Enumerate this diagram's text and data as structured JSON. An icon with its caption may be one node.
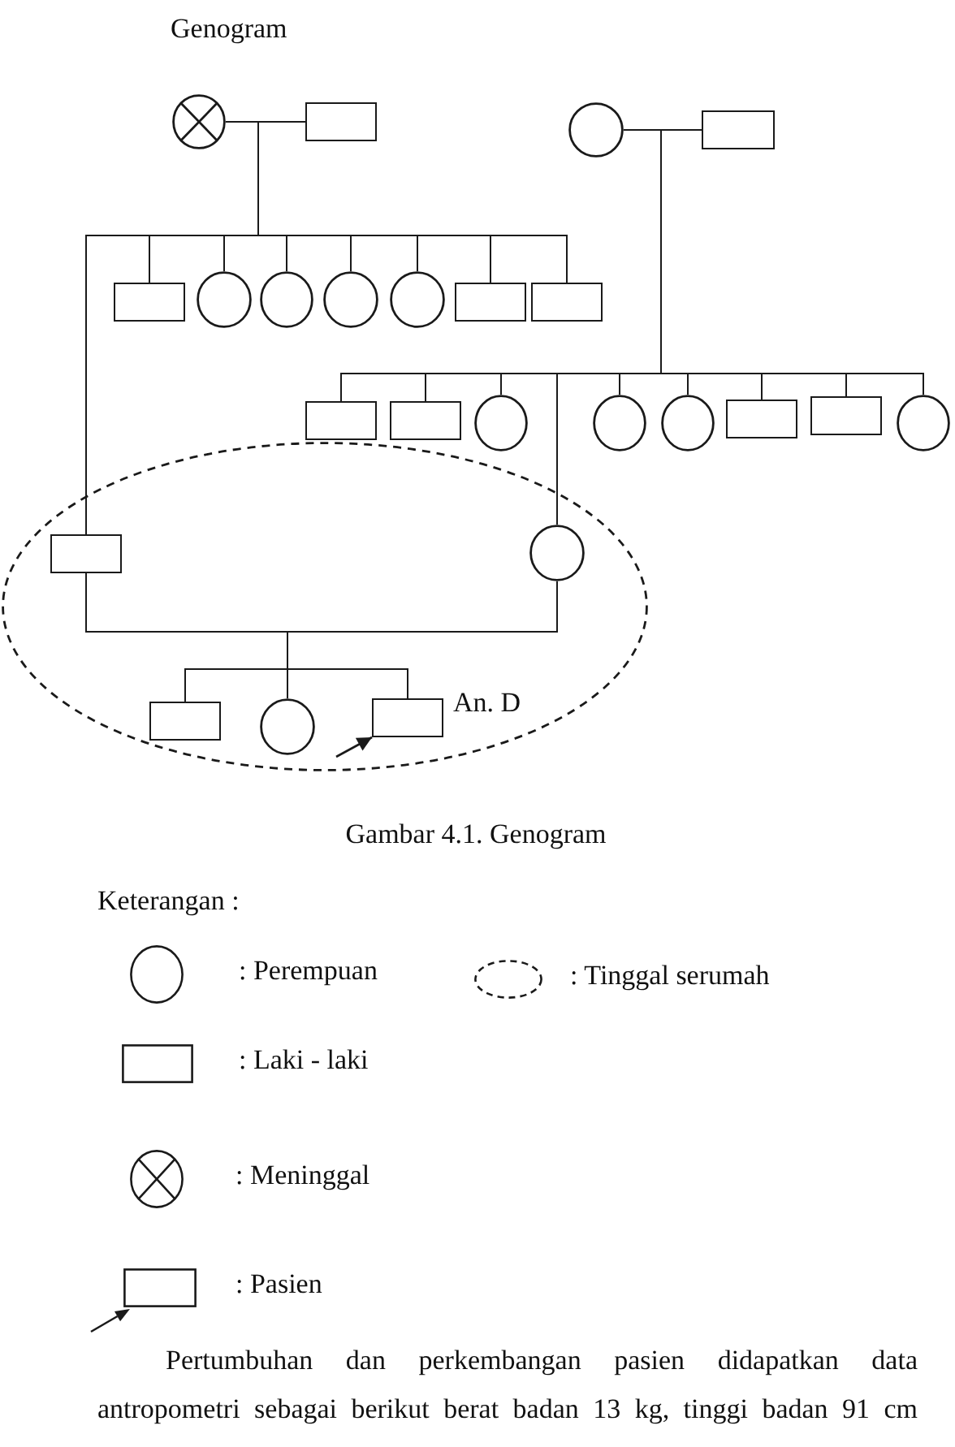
{
  "diagram": {
    "title": "Genogram",
    "caption": "Gambar 4.1. Genogram",
    "nodes": [
      {
        "text": [],
        "shape": "circle"
      },
      {
        "text": [],
        "shape": "box"
      },
      {
        "text": [],
        "shape": "circle"
      },
      {
        "text": [],
        "shape": "box"
      },
      {
        "text": [],
        "shape": "box"
      },
      {
        "text": [],
        "shape": "circle"
      },
      {
        "text": [],
        "shape": "circle"
      },
      {
        "text": [],
        "shape": "circle"
      },
      {
        "text": [],
        "shape": "circle"
      },
      {
        "text": [],
        "shape": "box"
      },
      {
        "text": [],
        "shape": "box"
      },
      {
        "text": [],
        "shape": "box"
      },
      {
        "text": [],
        "shape": "box"
      },
      {
        "text": [],
        "shape": "circle"
      },
      {
        "text": [],
        "shape": "circle"
      },
      {
        "text": [],
        "shape": "circle"
      },
      {
        "text": [],
        "shape": "box"
      },
      {
        "text": [],
        "shape": "box"
      },
      {
        "text": [],
        "shape": "circle"
      },
      {
        "text": [],
        "shape": "ellipse"
      },
      {
        "text": [],
        "shape": "box",
        "in": 19
      },
      {
        "text": [],
        "shape": "circle",
        "in": 19
      },
      {
        "text": [],
        "shape": "box",
        "in": 19
      },
      {
        "text": [],
        "shape": "circle",
        "in": 19
      },
      {
        "text": [],
        "shape": "box",
        "in": 19,
        "beside": [
          "An. D"
        ]
      }
    ],
    "edges": [
      {
        "from": 0,
        "to": 1,
        "arrow": "none"
      },
      {
        "from": 0,
        "to": 20,
        "arrow": "none"
      },
      {
        "from": 0,
        "to": 4,
        "arrow": "none"
      },
      {
        "from": 0,
        "to": 5,
        "arrow": "none"
      },
      {
        "from": 0,
        "to": 6,
        "arrow": "none"
      },
      {
        "from": 0,
        "to": 7,
        "arrow": "none"
      },
      {
        "from": 0,
        "to": 8,
        "arrow": "none"
      },
      {
        "from": 0,
        "to": 9,
        "arrow": "none"
      },
      {
        "from": 0,
        "to": 10,
        "arrow": "none"
      },
      {
        "from": 2,
        "to": 3,
        "arrow": "none"
      },
      {
        "from": 2,
        "to": 11,
        "arrow": "none"
      },
      {
        "from": 2,
        "to": 12,
        "arrow": "none"
      },
      {
        "from": 2,
        "to": 13,
        "arrow": "none"
      },
      {
        "from": 2,
        "to": 21,
        "arrow": "none"
      },
      {
        "from": 2,
        "to": 14,
        "arrow": "none"
      },
      {
        "from": 2,
        "to": 15,
        "arrow": "none"
      },
      {
        "from": 2,
        "to": 16,
        "arrow": "none"
      },
      {
        "from": 2,
        "to": 17,
        "arrow": "none"
      },
      {
        "from": 2,
        "to": 18,
        "arrow": "none"
      },
      {
        "from": 20,
        "to": 21,
        "arrow": "none"
      },
      {
        "from": 20,
        "to": 22,
        "arrow": "none"
      },
      {
        "from": 20,
        "to": 23,
        "arrow": "none"
      },
      {
        "from": 20,
        "to": 24,
        "arrow": "none"
      },
      {
        "from": null,
        "to": 24,
        "arrow": "to"
      }
    ],
    "labels": [
      "Keterangan :",
      "Pertumbuhan dan perkembangan pasien didapatkan data antropometri sebagai berikut berat badan 13 kg, tinggi badan 91 cm"
    ],
    "legend": [
      {
        "text": ": Perempuan"
      },
      {
        "text": ": Tinggal serumah"
      },
      {
        "text": ": Laki - laki"
      },
      {
        "text": ": Meninggal"
      },
      {
        "text": ": Pasien"
      }
    ]
  }
}
